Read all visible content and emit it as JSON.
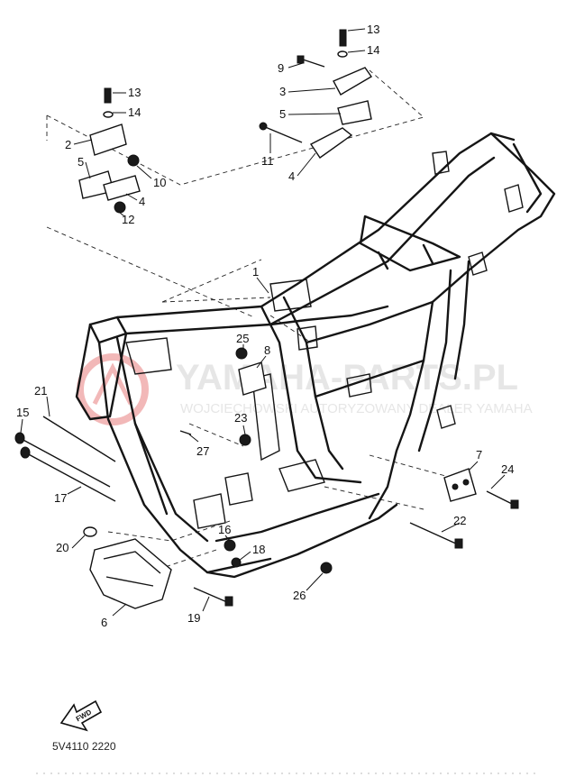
{
  "watermark": {
    "line1": "YAMAHA-PARTS.PL",
    "line2": "WOJCIECHOWSKI AUTORYZOWANY DEALER YAMAHA",
    "logo_color": "#f2b8b8",
    "text_color": "#e6e6e6"
  },
  "parts": [
    {
      "id": "p13a",
      "number": "13"
    },
    {
      "id": "p14a",
      "number": "14"
    },
    {
      "id": "p9",
      "number": "9"
    },
    {
      "id": "p3",
      "number": "3"
    },
    {
      "id": "p5a",
      "number": "5"
    },
    {
      "id": "p11",
      "number": "11"
    },
    {
      "id": "p4a",
      "number": "4"
    },
    {
      "id": "p13b",
      "number": "13"
    },
    {
      "id": "p14b",
      "number": "14"
    },
    {
      "id": "p2",
      "number": "2"
    },
    {
      "id": "p5b",
      "number": "5"
    },
    {
      "id": "p10",
      "number": "10"
    },
    {
      "id": "p4b",
      "number": "4"
    },
    {
      "id": "p12",
      "number": "12"
    },
    {
      "id": "p1",
      "number": "1"
    },
    {
      "id": "p25",
      "number": "25"
    },
    {
      "id": "p8",
      "number": "8"
    },
    {
      "id": "p21",
      "number": "21"
    },
    {
      "id": "p15",
      "number": "15"
    },
    {
      "id": "p23",
      "number": "23"
    },
    {
      "id": "p27",
      "number": "27"
    },
    {
      "id": "p7",
      "number": "7"
    },
    {
      "id": "p24",
      "number": "24"
    },
    {
      "id": "p17",
      "number": "17"
    },
    {
      "id": "p22",
      "number": "22"
    },
    {
      "id": "p16",
      "number": "16"
    },
    {
      "id": "p20",
      "number": "20"
    },
    {
      "id": "p18",
      "number": "18"
    },
    {
      "id": "p26",
      "number": "26"
    },
    {
      "id": "p19",
      "number": "19"
    },
    {
      "id": "p6",
      "number": "6"
    }
  ],
  "fwd_arrow": {
    "label": "FWD"
  },
  "drawing_code": "5V4110 2220"
}
